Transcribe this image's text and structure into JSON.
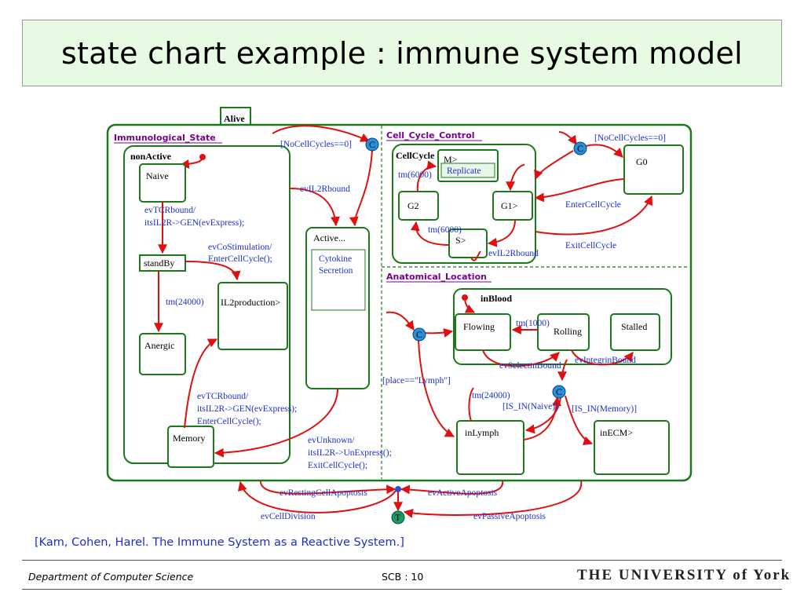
{
  "slide": {
    "title": "state chart example : immune system model",
    "caption": "[Kam, Cohen, Harel.  The Immune System as a Reactive System.]",
    "footer_dept": "Department of Computer Science",
    "footer_page": "SCB : 10",
    "logo": "THE UNIVERSITY of York"
  },
  "diagram": {
    "alive": "Alive",
    "regions": {
      "immunological": "Immunological_State",
      "cell_cycle": "Cell_Cycle_Control",
      "anatomical": "Anatomical_Location"
    },
    "states": {
      "nonActive": "nonActive",
      "naive": "Naive",
      "standby": "standBy",
      "anergic": "Anergic",
      "il2production": "IL2production>",
      "memory": "Memory",
      "active": "Active...",
      "cytokine": "Cytokine Secretion",
      "cellcycle": "CellCycle",
      "m": "M>",
      "replicate": "Replicate",
      "g2": "G2",
      "g1": "G1>",
      "s": "S>",
      "g0": "G0",
      "inblood": "inBlood",
      "flowing": "Flowing",
      "rolling": "Rolling",
      "stalled": "Stalled",
      "inlymph": "inLymph",
      "inecm": "inECM>"
    },
    "labels": {
      "nocellcycles_left": "[NoCellCycles==0]",
      "evil2rbound": "evIL2Rbound",
      "evtcrbound1_line1": "evTCRbound/",
      "evtcrbound1_line2": "itsIL2R->GEN(evExpress);",
      "evcostim_line1": "evCoStimulation/",
      "evcostim_line2": "EnterCellCycle();",
      "tm24000_left": "tm(24000)",
      "evtcrbound2_line1": "evTCRbound/",
      "evtcrbound2_line2": "itsIL2R->GEN(evExpress);",
      "evtcrbound2_line3": "EnterCellCycle();",
      "evunknown_line1": "evUnknown/",
      "evunknown_line2": "itsIL2R->UnExpress();",
      "evunknown_line3": "ExitCellCycle();",
      "tm6000_a": "tm(6000)",
      "tm6000_b": "tm(6000)",
      "evil2rbound_s": "evIL2Rbound",
      "nocellcycles_right": "[NoCellCycles==0]",
      "entercellcycle": "EnterCellCycle",
      "exitcellcycle": "ExitCellCycle",
      "tm1000": "tm(1000)",
      "evselectin": "evSelectinBound",
      "evintegrin": "evIntegrinBound",
      "place_lymph": "[place==\"Lymph\"]",
      "tm24000_right": "tm(24000)",
      "is_in_naive": "[IS_IN(Naive)]",
      "is_in_memory": "[IS_IN(Memory)]",
      "evresting": "evRestingCellApoptosis",
      "evactive": "evActiveApoptosis",
      "evcelldivision": "evCellDivision",
      "evpassive": "evPassiveApoptosis",
      "cond_c": "C",
      "term_t": "T"
    },
    "colors": {
      "state_border": "#1a7a1a",
      "transition": "#e01010",
      "label": "#1a2fd0",
      "region": "#7a0090",
      "connector": "#2a8fd6"
    }
  }
}
